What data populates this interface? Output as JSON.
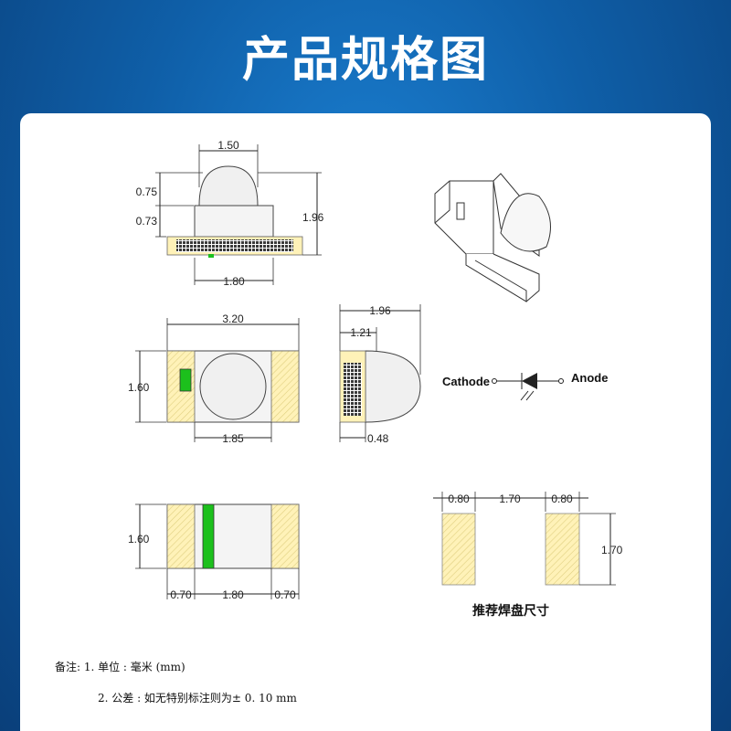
{
  "header": {
    "title": "产品规格图"
  },
  "dims": {
    "side_top": "1.50",
    "side_dome_h": "0.75",
    "side_body_h": "0.73",
    "side_total_h": "1.96",
    "side_bottom": "1.80",
    "top_len": "3.20",
    "top_w": "1.60",
    "top_inner": "1.85",
    "end_total": "1.96",
    "end_inner": "1.21",
    "end_bottom": "0.48",
    "bottom_w": "1.60",
    "bottom_pad": "0.70",
    "bottom_mid": "1.80",
    "bottom_pad2": "0.70",
    "fp_pad": "0.80",
    "fp_gap": "1.70",
    "fp_pad2": "0.80",
    "fp_h": "1.70"
  },
  "symbol": {
    "cathode": "Cathode",
    "anode": "Anode"
  },
  "footprint": {
    "caption": "推荐焊盘尺寸"
  },
  "notes": {
    "line1": "备注: 1. 单位 : 毫米 (mm)",
    "line2": "2. 公差 : 如无特别标注则为± 0. 10 mm"
  }
}
